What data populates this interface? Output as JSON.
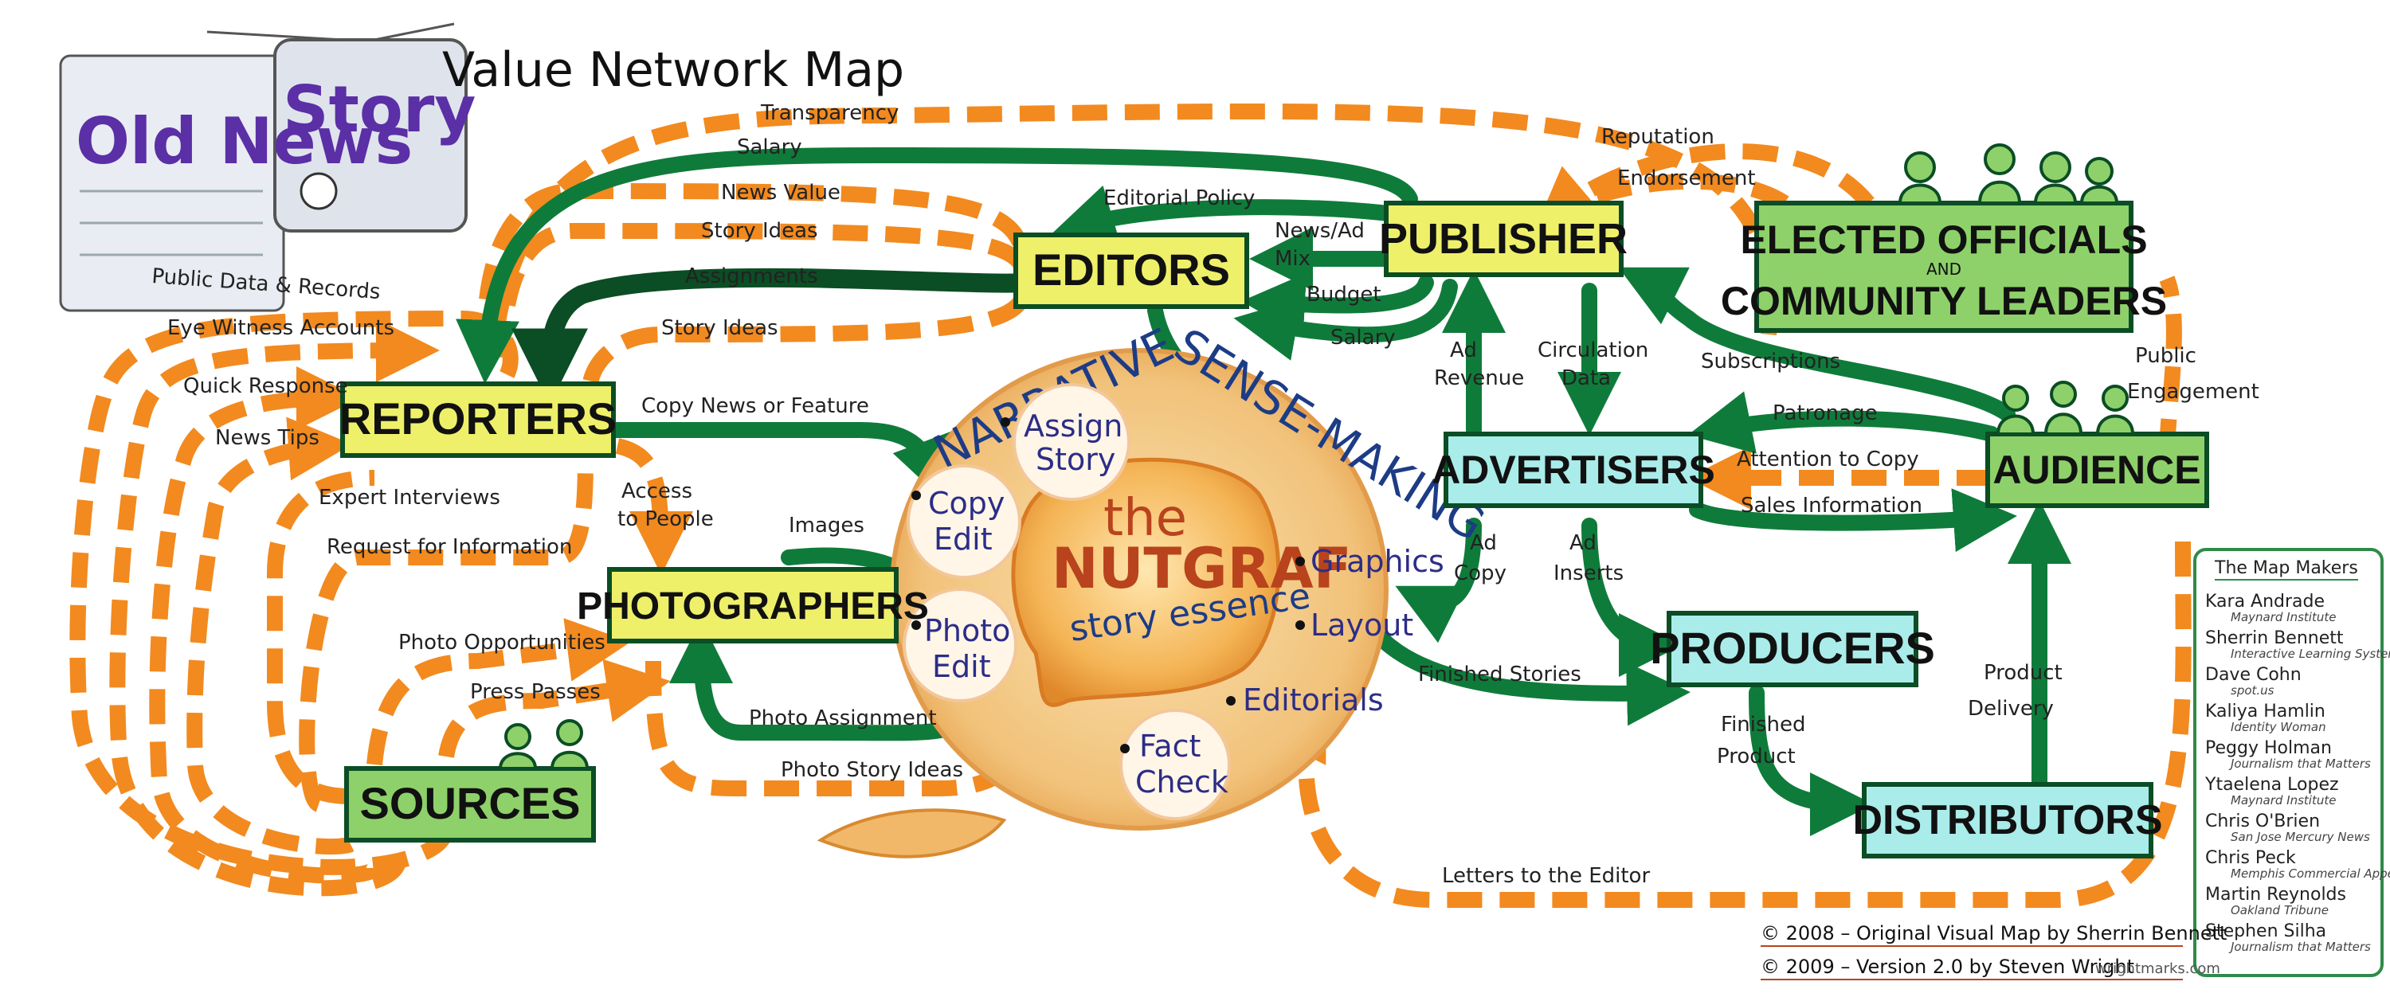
{
  "title": "Value Network Map",
  "logo_text": {
    "line1": "Old News",
    "line2": "Story"
  },
  "colors": {
    "orange": "#f28a1f",
    "green": "#0f7b3a",
    "darkgreen": "#0b4d24",
    "yellow_box": "#eef06a",
    "green_box": "#8ed16a",
    "cyan_box": "#a9ecea",
    "nutgraf_red": "#b8431c",
    "inner_text": "#2c2d87"
  },
  "nodes": {
    "reporters": "REPORTERS",
    "editors": "EDITORS",
    "publisher": "PUBLISHER",
    "elected_line1": "ELECTED OFFICIALS",
    "elected_and": "AND",
    "elected_line2": "COMMUNITY LEADERS",
    "photographers": "PHOTOGRAPHERS",
    "sources": "SOURCES",
    "advertisers": "ADVERTISERS",
    "audience": "AUDIENCE",
    "producers": "PRODUCERS",
    "distributors": "DISTRIBUTORS"
  },
  "center": {
    "arc_left": "NARRATIVE",
    "arc_right": "SENSE-MAKING",
    "the": "the",
    "nutgraf": "NUTGRAF",
    "story": "story essence",
    "activities": {
      "assign_story_1": "Assign",
      "assign_story_2": "Story",
      "copy_edit_1": "Copy",
      "copy_edit_2": "Edit",
      "photo_edit_1": "Photo",
      "photo_edit_2": "Edit",
      "graphics": "Graphics",
      "layout": "Layout",
      "editorials": "Editorials",
      "fact_check_1": "Fact",
      "fact_check_2": "Check"
    }
  },
  "flows": {
    "transparency": "Transparency",
    "salary_top": "Salary",
    "news_value": "News Value",
    "story_ideas_1": "Story Ideas",
    "assignments": "Assignments",
    "story_ideas_2": "Story  Ideas",
    "public_data": "Public Data & Records",
    "eye_witness": "Eye Witness Accounts",
    "quick_response": "Quick Response",
    "news_tips": "News Tips",
    "expert_interviews": "Expert Interviews",
    "request_info": "Request for Information",
    "photo_opps": "Photo Opportunities",
    "press_passes": "Press Passes",
    "copy_news": "Copy News or Feature",
    "access_people_1": "Access",
    "access_people_2": "to People",
    "images": "Images",
    "photo_assignment": "Photo Assignment",
    "photo_story_ideas": "Photo Story Ideas",
    "editorial_policy": "Editorial Policy",
    "news_ad_mix_1": "News/Ad",
    "news_ad_mix_2": "Mix",
    "budget": "Budget",
    "salary_pub": "Salary",
    "reputation": "Reputation",
    "endorsement": "Endorsement",
    "ad_revenue_1": "Ad",
    "ad_revenue_2": "Revenue",
    "circulation_1": "Circulation",
    "circulation_2": "Data",
    "subscriptions": "Subscriptions",
    "public_engagement_1": "Public",
    "public_engagement_2": "Engagement",
    "patronage": "Patronage",
    "attention_copy": "Attention to Copy",
    "sales_info": "Sales Information",
    "ad_copy_1": "Ad",
    "ad_copy_2": "Copy",
    "ad_inserts_1": "Ad",
    "ad_inserts_2": "Inserts",
    "finished_stories": "Finished Stories",
    "finished_product_1": "Finished",
    "finished_product_2": "Product",
    "product_delivery_1": "Product",
    "product_delivery_2": "Delivery",
    "letters": "Letters to the Editor"
  },
  "map_makers": {
    "title": "The Map Makers",
    "people": [
      {
        "name": "Kara Andrade",
        "org": "Maynard Institute"
      },
      {
        "name": "Sherrin Bennett",
        "org": "Interactive Learning Systems"
      },
      {
        "name": "Dave Cohn",
        "org": "spot.us"
      },
      {
        "name": "Kaliya Hamlin",
        "org": "Identity Woman"
      },
      {
        "name": "Peggy Holman",
        "org": "Journalism that Matters"
      },
      {
        "name": "Ytaelena Lopez",
        "org": "Maynard Institute"
      },
      {
        "name": "Chris O'Brien",
        "org": "San Jose Mercury News"
      },
      {
        "name": "Chris Peck",
        "org": "Memphis Commercial Appeal"
      },
      {
        "name": "Martin Reynolds",
        "org": "Oakland Tribune"
      },
      {
        "name": "Stephen Silha",
        "org": "Journalism that Matters"
      }
    ]
  },
  "credits": {
    "line1": "© 2008 – Original Visual Map by Sherrin Bennett",
    "line2": "© 2009 – Version 2.0 by Steven Wright",
    "site": "wrightmarks.com"
  }
}
